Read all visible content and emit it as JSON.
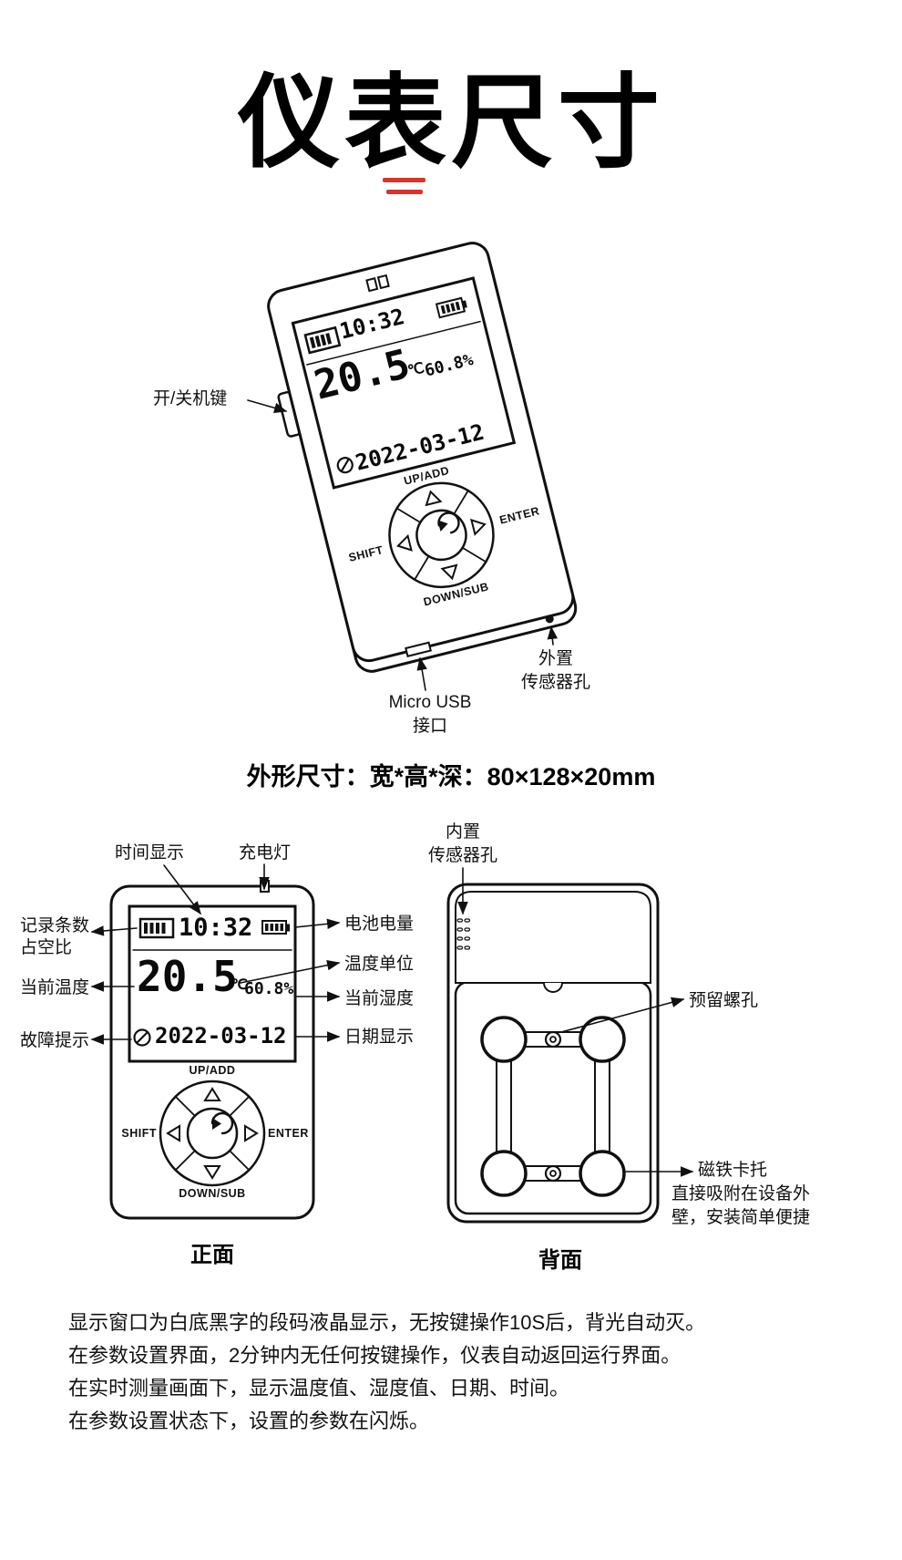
{
  "title": "仪表尺寸",
  "dimension_note": "外形尺寸：宽*高*深：80×128×20mm",
  "lcd": {
    "time": "10:32",
    "temperature": "20.5",
    "unit": "℃",
    "humidity": "60.8%",
    "date": "2022-03-12"
  },
  "keys": {
    "up": "UP/ADD",
    "down": "DOWN/SUB",
    "shift": "SHIFT",
    "enter": "ENTER"
  },
  "callouts": {
    "power": "开/关机键",
    "usb_line1": "Micro USB",
    "usb_line2": "接口",
    "ext_sensor_line1": "外置",
    "ext_sensor_line2": "传感器孔",
    "time_display": "时间显示",
    "charge_light": "充电灯",
    "battery_level": "电池电量",
    "temp_unit": "温度单位",
    "humidity": "当前湿度",
    "date_display": "日期显示",
    "record_line1": "记录条数",
    "record_line2": "占空比",
    "current_temp": "当前温度",
    "fault": "故障提示",
    "int_sensor_line1": "内置",
    "int_sensor_line2": "传感器孔",
    "screw_holes": "预留螺孔",
    "magnet": "磁铁卡托",
    "magnet_note_line1": "直接吸附在设备外",
    "magnet_note_line2": "壁，安装简单便捷"
  },
  "captions": {
    "front": "正面",
    "back": "背面"
  },
  "notes": [
    "显示窗口为白底黑字的段码液晶显示，无按键操作10S后，背光自动灭。",
    "在参数设置界面，2分钟内无任何按键操作，仪表自动返回运行界面。",
    "在实时测量画面下，显示温度值、湿度值、日期、时间。",
    "在参数设置状态下，设置的参数在闪烁。"
  ],
  "colors": {
    "accent_red": "#d3362d",
    "ink": "#111111"
  }
}
